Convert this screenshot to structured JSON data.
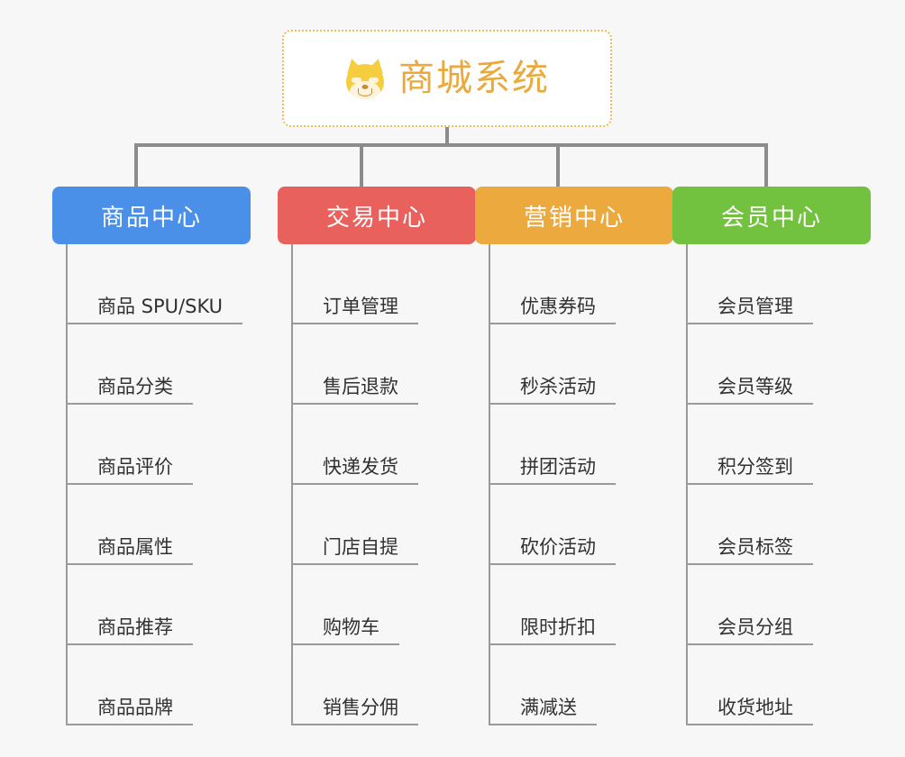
{
  "page": {
    "background": "#f7f7f7",
    "line_color": "#8c8c8c"
  },
  "root": {
    "title": "商城系统",
    "icon": "shiba-inu-face",
    "text_color": "#eaa93c",
    "border_color": "#f0b95a",
    "background": "#ffffff"
  },
  "columns": [
    {
      "header": "商品中心",
      "color": "#4a90e8",
      "items": [
        "商品 SPU/SKU",
        "商品分类",
        "商品评价",
        "商品属性",
        "商品推荐",
        "商品品牌"
      ]
    },
    {
      "header": "交易中心",
      "color": "#e8615d",
      "items": [
        "订单管理",
        "售后退款",
        "快递发货",
        "门店自提",
        "购物车",
        "销售分佣"
      ]
    },
    {
      "header": "营销中心",
      "color": "#eba93e",
      "items": [
        "优惠券码",
        "秒杀活动",
        "拼团活动",
        "砍价活动",
        "限时折扣",
        "满减送"
      ]
    },
    {
      "header": "会员中心",
      "color": "#72c240",
      "items": [
        "会员管理",
        "会员等级",
        "积分签到",
        "会员标签",
        "会员分组",
        "收货地址"
      ]
    }
  ]
}
